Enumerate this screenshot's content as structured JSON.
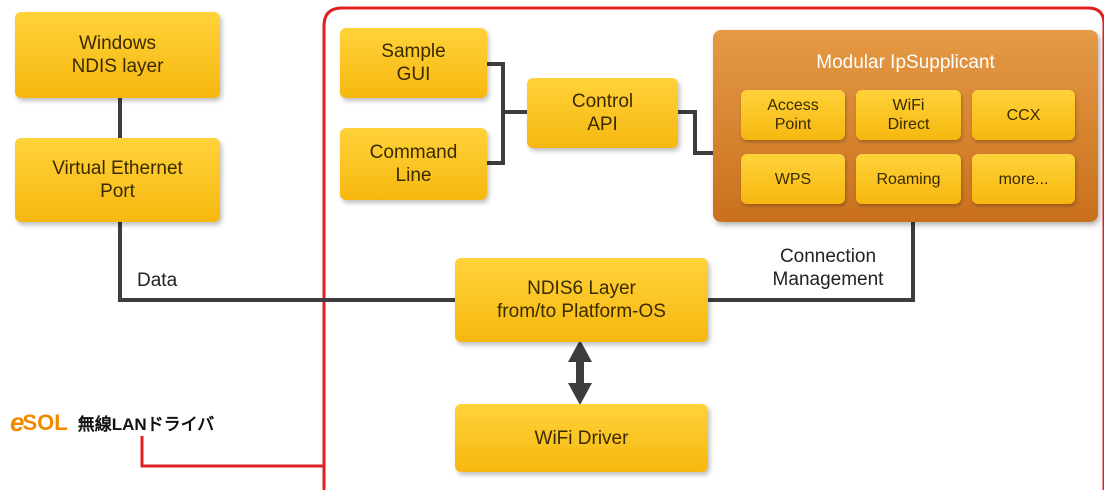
{
  "boxes": {
    "windows_ndis": "Windows\nNDIS layer",
    "virtual_ethernet": "Virtual Ethernet\nPort",
    "sample_gui": "Sample\nGUI",
    "command_line": "Command\nLine",
    "control_api": "Control\nAPI",
    "ndis6": "NDIS6 Layer\nfrom/to Platform-OS",
    "wifi_driver": "WiFi Driver"
  },
  "supplicant": {
    "title": "Modular IpSupplicant",
    "modules": [
      "Access\nPoint",
      "WiFi\nDirect",
      "CCX",
      "WPS",
      "Roaming",
      "more..."
    ]
  },
  "labels": {
    "data": "Data",
    "connection": "Connection\nManagement"
  },
  "logo": {
    "e": "e",
    "sol": "SOL",
    "text": "無線LANドライバ"
  },
  "colors": {
    "box": "#f6b80f",
    "supplicant": "#d97f2a",
    "frame": "#e02020",
    "wire": "#3d3d3d"
  }
}
